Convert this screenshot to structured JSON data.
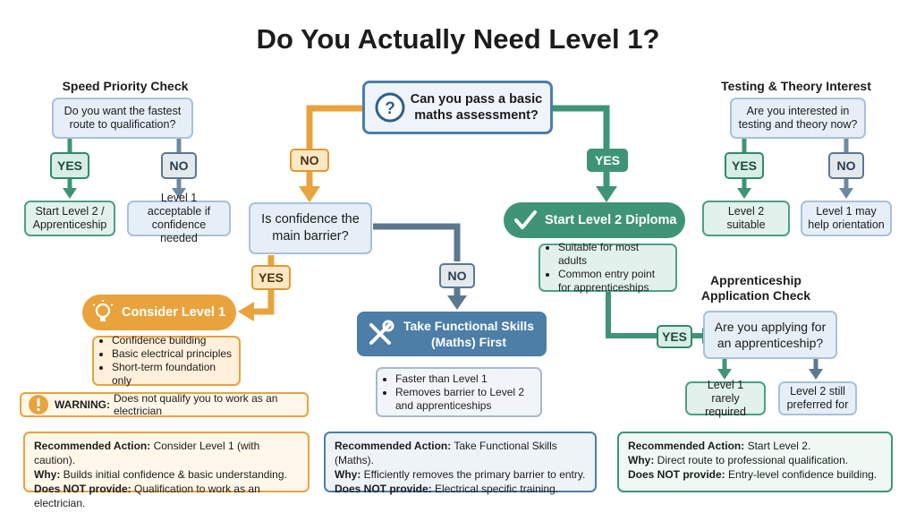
{
  "title": "Do You Actually Need Level 1?",
  "speed": {
    "heading": "Speed Priority Check",
    "question": "Do you want the fastest route to qualification?",
    "yes_label": "YES",
    "no_label": "NO",
    "yes_result": "Start Level 2 / Apprenticeship",
    "no_result": "Level 1 acceptable if confidence needed"
  },
  "testing": {
    "heading": "Testing & Theory Interest",
    "question": "Are you interested in testing and theory now?",
    "yes_label": "YES",
    "no_label": "NO",
    "yes_result": "Level 2 suitable",
    "no_result": "Level 1 may help orientation"
  },
  "main": {
    "question": "Can you pass a basic maths assessment?",
    "no_label": "NO",
    "yes_label": "YES"
  },
  "confidence": {
    "question": "Is confidence the main barrier?",
    "yes_label": "YES",
    "no_label": "NO"
  },
  "level1": {
    "title": "Consider Level 1",
    "bullets": [
      "Confidence building",
      "Basic electrical principles",
      "Short-term foundation only"
    ],
    "warning_label": "WARNING:",
    "warning_text": "Does not qualify you to work as an electrician",
    "rec_label": "Recommended Action:",
    "rec_text": "Consider Level 1 (with caution).",
    "why_label": "Why:",
    "why_text": "Builds initial confidence & basic understanding.",
    "not_label": "Does NOT provide:",
    "not_text": "Qualification to work as an electrician."
  },
  "functional": {
    "title": "Take Functional Skills (Maths) First",
    "bullets": [
      "Faster than Level 1",
      "Removes barrier to Level 2 and apprenticeships"
    ],
    "rec_label": "Recommended Action:",
    "rec_text": "Take Functional Skills (Maths).",
    "why_label": "Why:",
    "why_text": "Efficiently removes the primary barrier to entry.",
    "not_label": "Does NOT provide:",
    "not_text": "Electrical specific training."
  },
  "level2": {
    "title": "Start Level 2 Diploma",
    "bullets": [
      "Suitable for most adults",
      "Common entry point for apprenticeships"
    ],
    "rec_label": "Recommended Action:",
    "rec_text": "Start Level 2.",
    "why_label": "Why:",
    "why_text": "Direct route to professional qualification.",
    "not_label": "Does NOT provide:",
    "not_text": "Entry-level confidence building."
  },
  "apprentice": {
    "heading": "Apprenticeship Application Check",
    "question": "Are you applying for an apprenticeship?",
    "yes_label": "YES",
    "result_left": "Level 1 rarely required",
    "result_right": "Level 2 still preferred for"
  },
  "colors": {
    "green": "#3f9478",
    "blue": "#4d7ea8",
    "orange": "#e8a33d",
    "slate": "#6d8aa3"
  }
}
